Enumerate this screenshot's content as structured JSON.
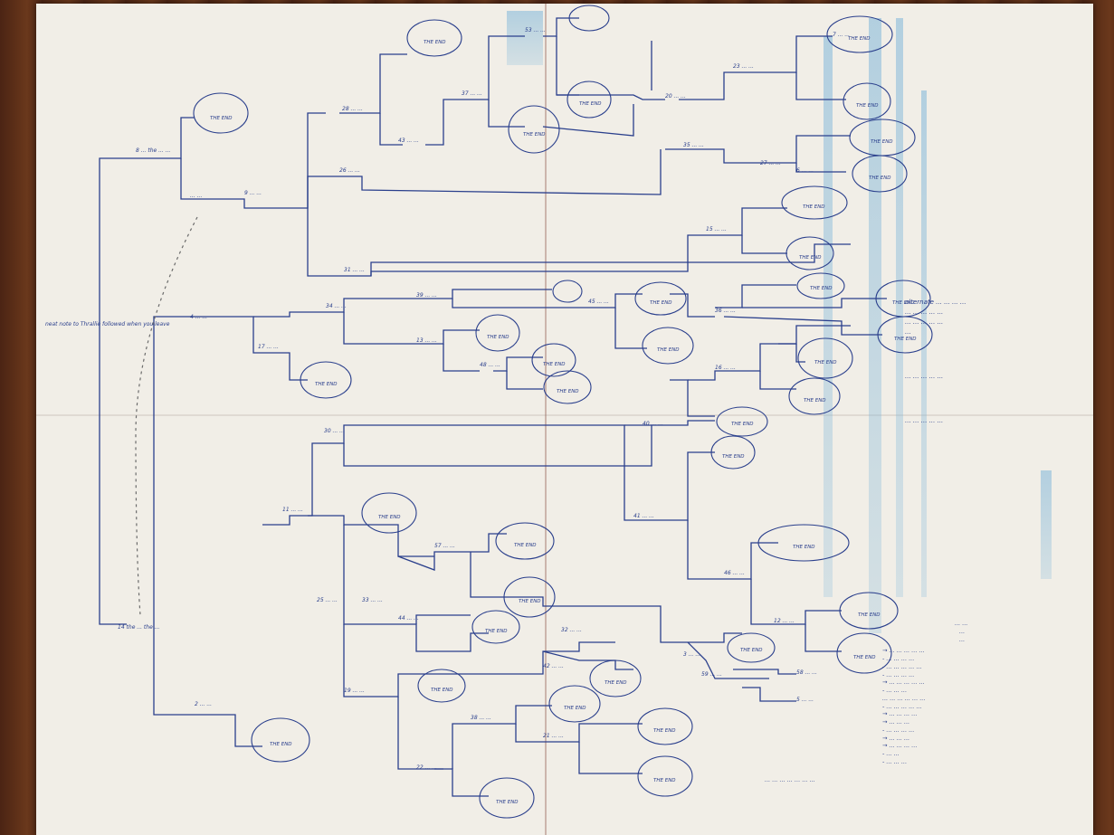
{
  "document": {
    "title": "",
    "root_label": "neat note to Thrallie followed when you leave",
    "nodes": {
      "n14": "14 the ... the ...",
      "n8": "8 ... the ... ...",
      "n9": "9 ... ...",
      "n10": "... ...",
      "n4": "4 ... ...",
      "n17": "17 ... ...",
      "n11": "11 ... ...",
      "n25": "25 ... ...",
      "n19": "19 ... ...",
      "n2": "2 ... ...",
      "n28": "28 ... ...",
      "n43": "43 ... ...",
      "n26": "26 ... ...",
      "n31": "31 ... ...",
      "n37": "37 ... ...",
      "n53": "53 ... ...",
      "n20": "20 ... ...",
      "n23": "23 ... ...",
      "n35": "35 ... ...",
      "n27": "27 ... ...",
      "n15": "15 ... ...",
      "n36": "36 ... ...",
      "n34": "34 ... ...",
      "n39": "39 ... ...",
      "n45": "45 ... ...",
      "n13": "13 ... ...",
      "n48": "48 ... ...",
      "n16": "16 ... ...",
      "n40": "40 ... ...",
      "n30": "30 ... ...",
      "n41": "41 ... ...",
      "n46": "46 ... ...",
      "n57": "57 ... ...",
      "n33": "33 ... ...",
      "n44": "44 ... ...",
      "n32": "32 ... ...",
      "n42": "42 ... ...",
      "n3": "3 ... ...",
      "n12": "12 ... ...",
      "n38": "38 ... ...",
      "n21": "21 ... ...",
      "n22": "22 ... ...",
      "n59": "59 ... ...",
      "n58": "58 ... ...",
      "n5": "5 ... ...",
      "n6": "6 ... ...",
      "n7": "7 ... ..."
    },
    "end_label": "THE END",
    "notes_right": [
      "alternate ... ... ... ...",
      "... ... ... ... ...",
      "... ... ... ... ...",
      "...",
      "... ... ... ... ...",
      "... ... ... ... ..."
    ],
    "notes_list_header": [
      "... ...",
      "...",
      "..."
    ],
    "notes_list": [
      "→ ... ... ... ... ...",
      "- ... ... ... ...",
      "- ... ... ... ... ...",
      "- ... ... ... ...",
      "→ ... ... ... ... ...",
      "- ... ... ...",
      "... ... ... ... ... ...",
      "- ... ... ... ... ...",
      "→ ... ... ... ...",
      "→ ... ... ...",
      "- ... ... ... ...",
      "→ ... ... ...",
      "→ ... ... ... ...",
      "- ... ...",
      "- ... ... ..."
    ],
    "bottom_note": "... ... ... ... ... ... ..."
  }
}
